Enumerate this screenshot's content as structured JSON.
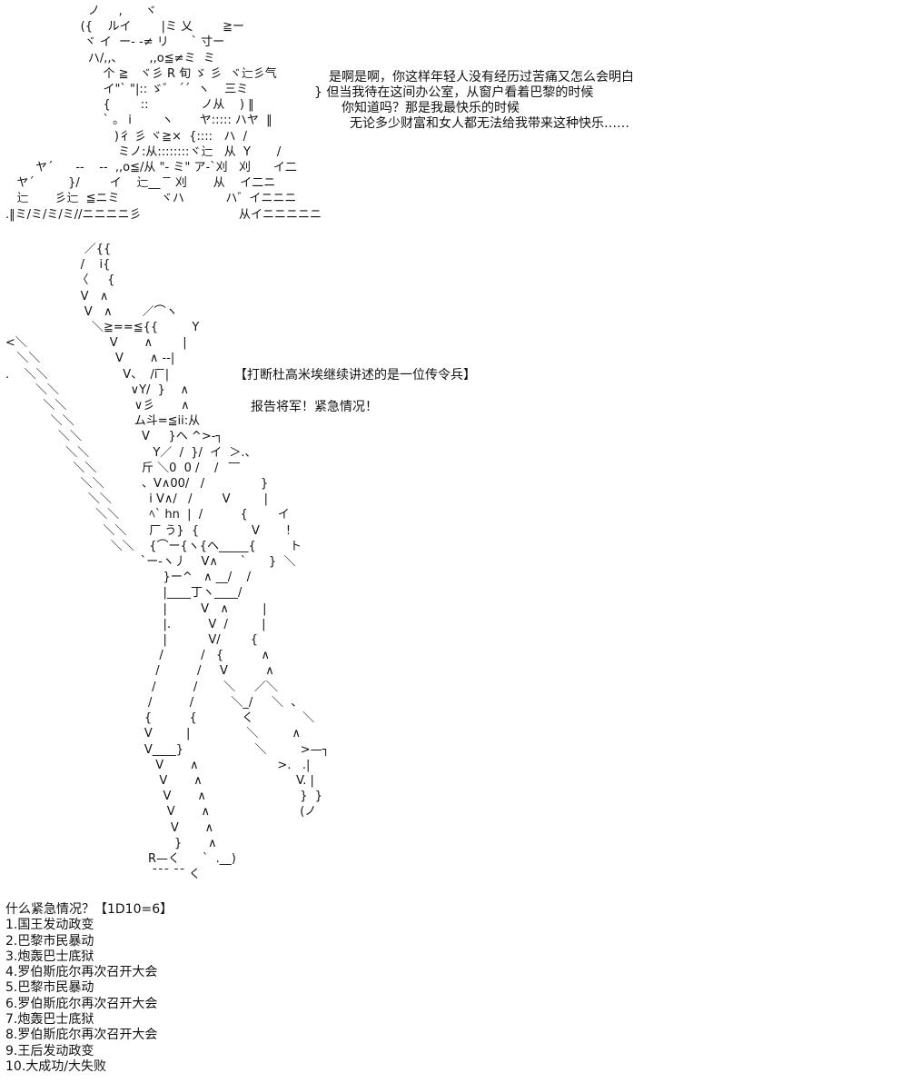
{
  "ascii_art": {
    "top_scene": [
      "                      ノ     ,      ヾ",
      "                    ({    ルイ        |ミ 乂        ≧ー",
      "                     ヾ イ  ー- -≠ リ      ` 寸ー",
      "                      ハ/,,、       ,,o≦≠ミ  ミ",
      "                          个 ≧   ヾ彡 R 旬 ゞ 彡  ヾ辷彡气",
      "                          イ\"` \"|:: ゞ゛ ´´  ヽ    三ミ",
      "                          {        ::              ノ从    ) ‖",
      "                          ` 。 i        ヽ       ヤ::::: ハヤ  ‖",
      "                             )彳 彡 ヾ≧×  {::::   ハ  /",
      "                              ミノ:从::::::::ヾ辷   从  Y       /",
      "        ヤ´      --    --  ,,o≦/从 \"- ミ\" ア-`刈   刈      イ二",
      "   ヤ´         }/        イ    辷__  ̄ ̄ 刈       从    イ二ニ",
      "   辷       彡辷  ≦ニミ           ヾハ           ハ゛イニニニ",
      ".‖ミ/ミ/ミ/ミ//ニニニニ彡                          从イニニニニニ"
    ],
    "figure": [
      "                     ／{{",
      "                    /    i{",
      "                   〈     {",
      "                    V   ∧",
      "                     V   ∧        ／⌒ヽ",
      "                       ＼≧==≦{{         Y",
      "<＼                      V       ∧        |",
      "   ＼＼                    V       ∧ -‐|",
      ".    ＼＼                    V、  /i ̄ ̄|",
      "        ＼＼                   ∨Y/  }    ∧",
      "          ＼＼                  ∨彡       ∧",
      "            ＼＼                ム斗=≦ii:从",
      "              ＼＼                V     }ヘ ^>-┐",
      "                ＼＼                 Y／  /  }/  イ  ＞.、",
      "                  ＼＼            斤 ＼0  0 /    /    ̄ ̄ ̄",
      "                    ＼＼          、V∧00/   /               }",
      "                      ＼＼          i V∧/   /        V         |",
      "                        ＼＼        ﾍ` hn  |  /          {        イ",
      "                          ＼＼      厂 う}  {              V       !",
      "                            ＼＼    {⌒ー{ヽ{ヘ_____{         ト",
      "                                    `ー‐ヽ丿    V∧      `      }  ＼",
      "                                          }ー^   ∧ __/    /",
      "                                          |____丁ヽ____/",
      "                                          |         V   ∧         |",
      "                                          |.          V  /         |",
      "                                          |           V/        {",
      "                                         /          /   {          ∧",
      "                                        /          /     V          ∧",
      "                                       /          /       ＼     ／＼",
      "                                      /          /          ＼_/     ＼  、",
      "                                     {          {            く             ＼",
      "                                     V         |               ＼         ∧",
      "                                     V____}                   ＼         >—┐",
      "                                        V       ∧                     >.   .|",
      "                                         V       ∧                         V. |",
      "                                          V       ∧                         }  }",
      "                                           V       ∧                        (ノ",
      "                                            V       ∧",
      "                                             }       ∧",
      "                                      R—く      `  .__)",
      "                                       ¯¯¯ ¯¯ く"
    ]
  },
  "dialogue": {
    "line1": "是啊是啊，你这样年轻人没有经历过苦痛又怎么会明白",
    "line2": "} 但当我待在这间办公室，从窗户看着巴黎的时候",
    "line3": "你知道吗？那是我最快乐的时候",
    "line4": "无论多少财富和女人都无法给我带来这种快乐……",
    "line5": "【打断杜高米埃继续讲述的是一位传令兵】",
    "line6": "报告将军！紧急情况！"
  },
  "roll": {
    "question": "什么紧急情况？【1D10=6】",
    "options": [
      "1.国王发动政变",
      "2.巴黎市民暴动",
      "3.炮轰巴士底狱",
      "4.罗伯斯庇尔再次召开大会",
      "5.巴黎市民暴动",
      "6.罗伯斯庇尔再次召开大会",
      "7.炮轰巴士底狱",
      "8.罗伯斯庇尔再次召开大会",
      "9.王后发动政变",
      "10.大成功/大失败"
    ]
  }
}
